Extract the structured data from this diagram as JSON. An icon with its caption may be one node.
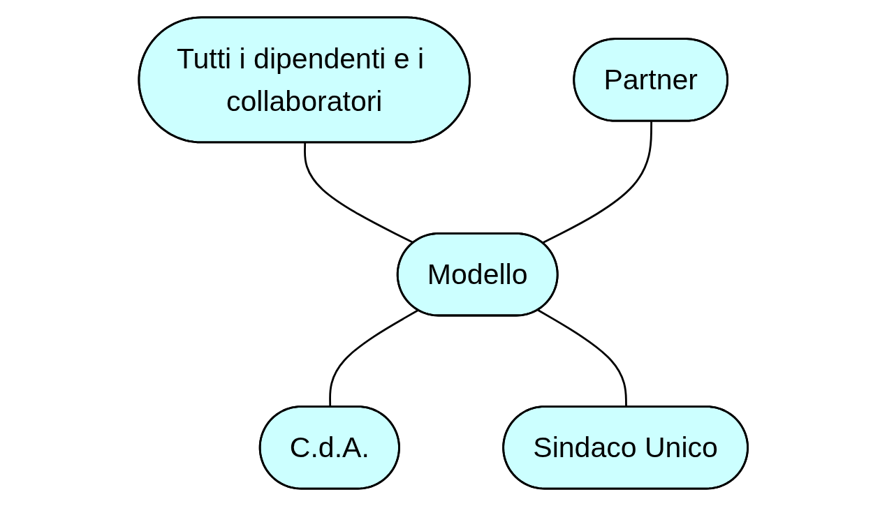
{
  "diagram": {
    "nodes": [
      {
        "text": [
          "Tutti i dipendenti e i collaboratori"
        ]
      },
      {
        "text": [
          "Partner"
        ]
      },
      {
        "text": [
          "Modello"
        ]
      },
      {
        "text": [
          "C.d.A."
        ]
      },
      {
        "text": [
          "Sindaco Unico"
        ]
      }
    ],
    "edges": [
      {
        "from": 0,
        "to": 2,
        "arrow": "none"
      },
      {
        "from": 1,
        "to": 2,
        "arrow": "none"
      },
      {
        "from": 2,
        "to": 3,
        "arrow": "none"
      },
      {
        "from": 2,
        "to": 4,
        "arrow": "none"
      }
    ]
  }
}
